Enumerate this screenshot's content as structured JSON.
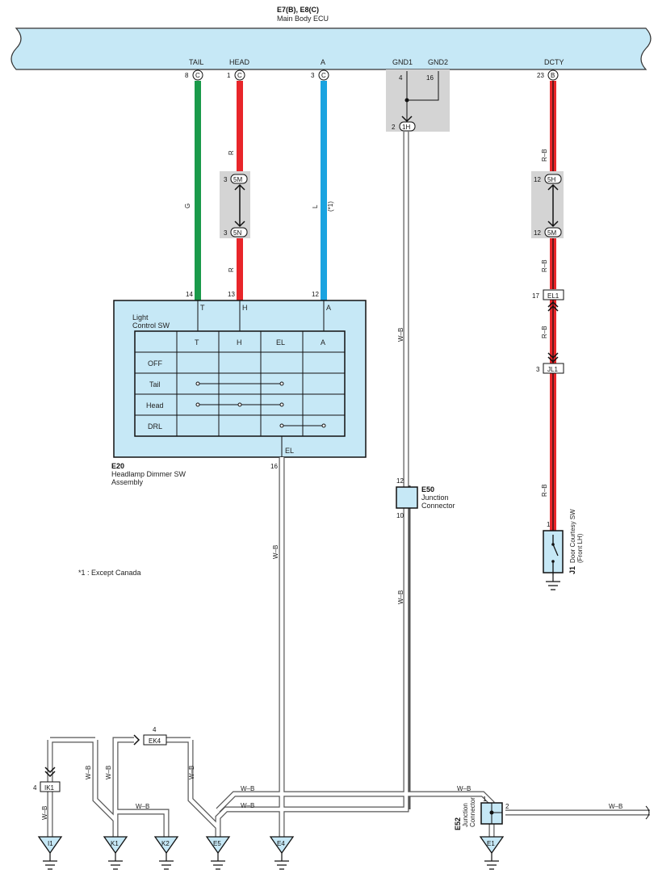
{
  "ecu": {
    "title": "E7(B), E8(C)",
    "subtitle": "Main Body ECU",
    "terminals": [
      {
        "pin": "8",
        "conn": "C",
        "name": "TAIL"
      },
      {
        "pin": "1",
        "conn": "C",
        "name": "HEAD"
      },
      {
        "pin": "3",
        "conn": "C",
        "name": "A"
      },
      {
        "pin": "23",
        "conn": "B",
        "name": "DCTY"
      }
    ],
    "gnd1": "GND1",
    "gnd2": "GND2",
    "gnd1_pin": "4",
    "gnd2_pin": "16"
  },
  "wires": {
    "g": "G",
    "r1": "R",
    "r2": "R",
    "l": "L",
    "l_note": "(*1)",
    "wb_1h": "W–B",
    "wb_1h_lower": "W–B",
    "wb_e20": "W–B",
    "rb1": "R–B",
    "rb2": "R–B",
    "rb3": "R–B",
    "rb4": "R–B",
    "wb_ik1": "W–B",
    "wb_k1a": "W–B",
    "wb_k1b": "W–B",
    "wb_k1k2": "W–B",
    "wb_e5a": "W–B",
    "wb_e5top": "W–B",
    "wb_e5e4": "W–B",
    "wb_e52top": "W–B",
    "wb_e52right": "W–B"
  },
  "connectors": {
    "c1h": {
      "pin": "2",
      "label": "1H"
    },
    "c5m_top": {
      "pin": "3",
      "label": "5M"
    },
    "c5n": {
      "pin": "3",
      "label": "5N"
    },
    "c5h": {
      "pin": "12",
      "label": "5H"
    },
    "c5m_right": {
      "pin": "12",
      "label": "5M"
    },
    "el1": {
      "pin": "17",
      "label": "EL1"
    },
    "jl1": {
      "pin": "3",
      "label": "JL1"
    },
    "ek4": {
      "pin": "4",
      "label": "EK4"
    },
    "ik1": {
      "pin": "4",
      "label": "IK1"
    }
  },
  "switch": {
    "id": "E20",
    "name1": "Headlamp Dimmer SW",
    "name2": "Assembly",
    "light_control1": "Light",
    "light_control2": "Control SW",
    "pin_t": "14",
    "pin_h": "13",
    "pin_a": "12",
    "pin_el": "16",
    "term_t": "T",
    "term_h": "H",
    "term_a": "A",
    "term_el": "EL",
    "columns": [
      "T",
      "H",
      "EL",
      "A"
    ],
    "rows": [
      "OFF",
      "Tail",
      "Head",
      "DRL"
    ]
  },
  "e50": {
    "id": "E50",
    "name1": "Junction",
    "name2": "Connector",
    "pin_top": "12",
    "pin_bottom": "10"
  },
  "j1": {
    "id": "J1",
    "name1": "Door Courtesy SW",
    "name2": "(Front LH)",
    "pin": "1"
  },
  "e52": {
    "id": "E52",
    "name1": "Junction",
    "name2": "Connector",
    "pin_left": "1",
    "pin_right": "2"
  },
  "grounds": [
    "I1",
    "K1",
    "K2",
    "E5",
    "E4",
    "E1"
  ],
  "note": "*1 : Except Canada"
}
